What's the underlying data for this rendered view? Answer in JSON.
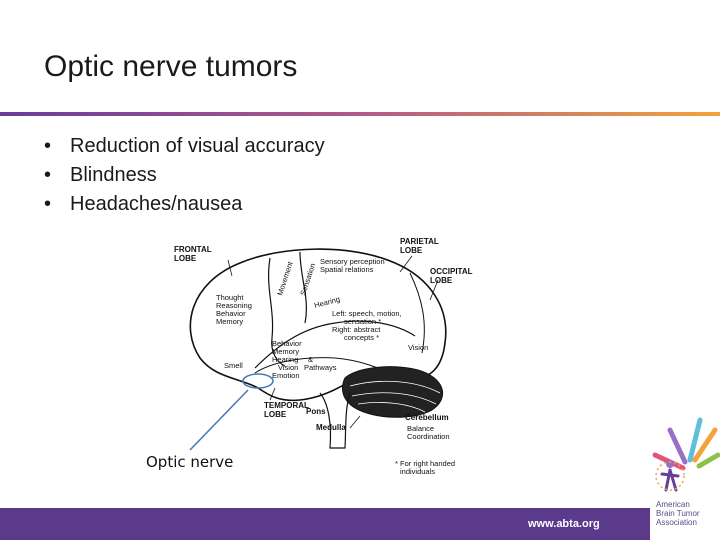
{
  "slide": {
    "title": "Optic nerve tumors",
    "bullets": [
      "Reduction of visual accuracy",
      "Blindness",
      "Headaches/nausea"
    ],
    "callout_label": "Optic nerve",
    "footer_url": "www.abta.org"
  },
  "diagram": {
    "frontal_lobe": [
      "FRONTAL",
      "LOBE"
    ],
    "parietal_lobe": [
      "PARIETAL",
      "LOBE"
    ],
    "occipital_lobe": [
      "OCCIPITAL",
      "LOBE"
    ],
    "temporal_lobe": [
      "TEMPORAL",
      "LOBE"
    ],
    "movement": "Movement",
    "sensation": "Sensation",
    "sensory": [
      "Sensory perception",
      "Spatial relations"
    ],
    "frontal_functions": [
      "Thought",
      "Reasoning",
      "Behavior",
      "Memory"
    ],
    "hearing": "Hearing",
    "left_right": [
      "Left: speech, motion,",
      "sensation *",
      "Right: abstract",
      "concepts *"
    ],
    "vision": "Vision",
    "temporal_functions": [
      "Behavior",
      "Memory",
      "Hearing",
      "Vision",
      "Emotion"
    ],
    "amp": "&",
    "pathways": "Pathways",
    "smell": "Smell",
    "pons": "Pons",
    "medulla": "Medulla",
    "cerebellum": "Cerebellum",
    "cerebellum_functions": [
      "Balance",
      "Coordination"
    ],
    "footnote": [
      "* For right handed",
      "individuals"
    ]
  },
  "logo": {
    "lines": [
      "American",
      "Brain Tumor",
      "Association"
    ]
  },
  "colors": {
    "footer": "#5b3a8c",
    "rule_left": "#6a3d9a",
    "rule_right": "#f2a33a",
    "callout": "#4a78b8"
  }
}
